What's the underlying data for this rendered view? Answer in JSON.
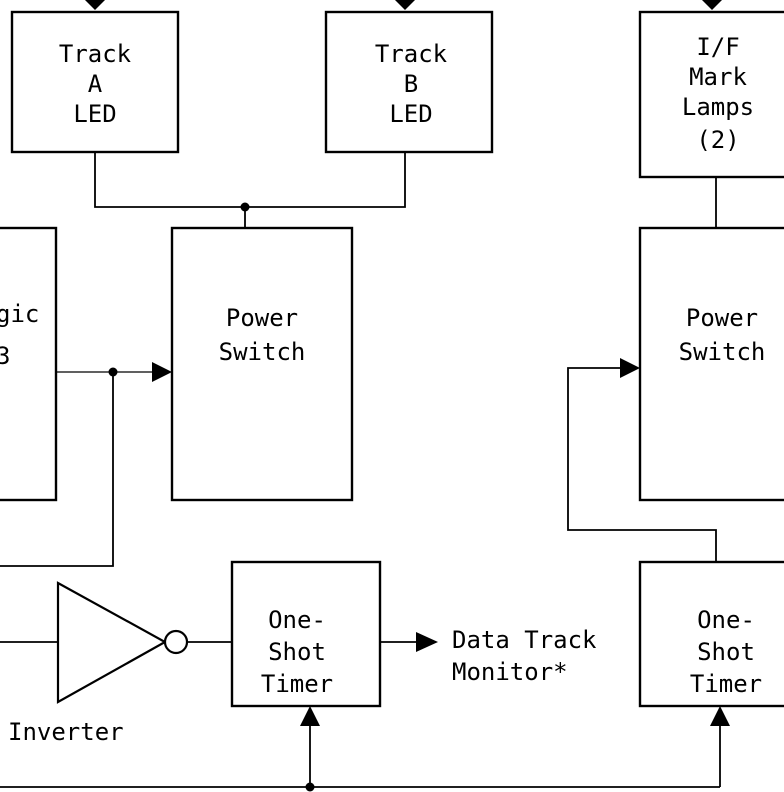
{
  "blocks": {
    "track_a": {
      "lines": [
        "Track",
        "A",
        "LED"
      ]
    },
    "track_b": {
      "lines": [
        "Track",
        "B",
        "LED"
      ]
    },
    "if_mark": {
      "lines": [
        "I/F",
        "Mark",
        "Lamps",
        "(2)"
      ]
    },
    "logic": {
      "lines": [
        "gic",
        "3"
      ]
    },
    "power_switch_1": {
      "lines": [
        "Power",
        "Switch"
      ]
    },
    "power_switch_2": {
      "lines": [
        "Power",
        "Switch"
      ]
    },
    "one_shot_1": {
      "lines": [
        "One-",
        "Shot",
        "Timer"
      ]
    },
    "one_shot_2": {
      "lines": [
        "One-",
        "Shot",
        "Timer"
      ]
    }
  },
  "labels": {
    "inverter": "Inverter",
    "data_track_monitor": [
      "Data Track",
      "Monitor*"
    ]
  }
}
